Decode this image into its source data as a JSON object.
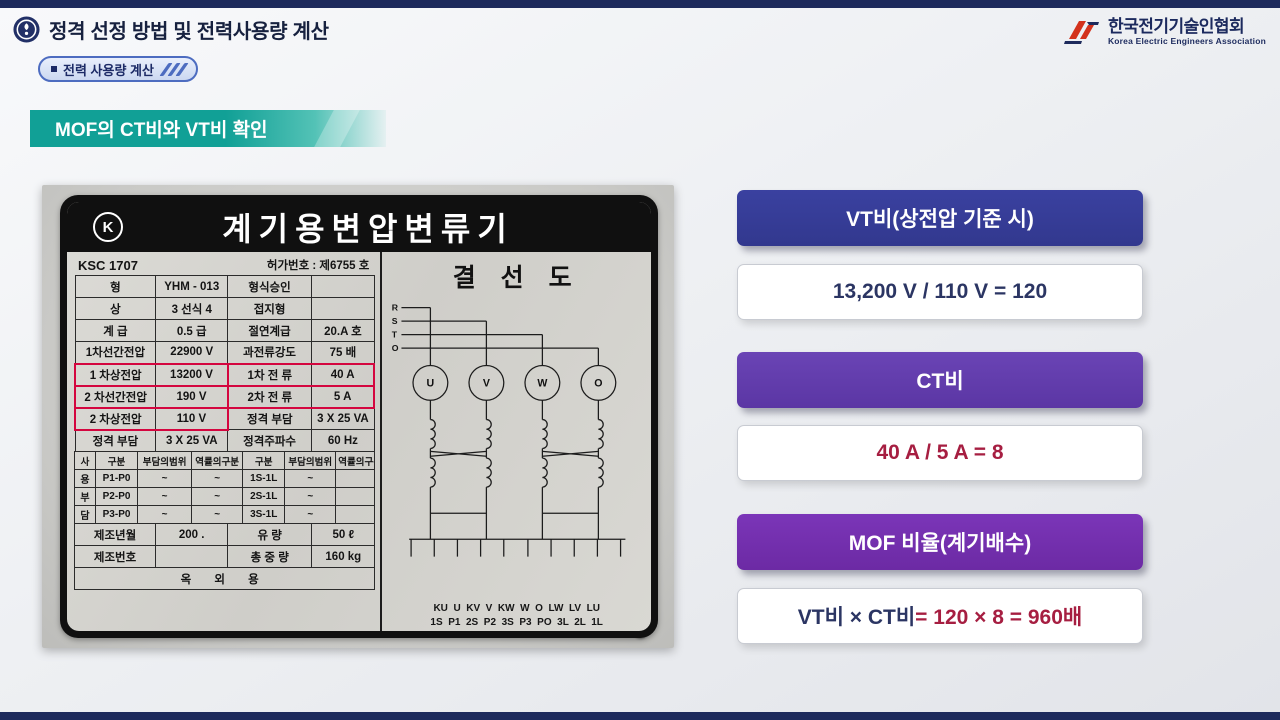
{
  "colors": {
    "navy": "#1d2a5c",
    "teal": "#11a096",
    "vt": "#32388e",
    "ct": "#5b36a4",
    "mof": "#6c2aa4",
    "crimson": "#a61e41",
    "vnavy": "#2b3563",
    "badgeBorder": "#4d6cc0",
    "redbox": "#d4063f"
  },
  "header": {
    "title": "정격 선정 방법 및 전력사용량 계산",
    "badge": "전력 사용량 계산",
    "org_name": "한국전기기술인협회",
    "org_subtitle": "Korea Electric Engineers Association"
  },
  "banner": {
    "label": "MOF의 CT비와 VT비 확인"
  },
  "nameplate": {
    "ks_mark": "K",
    "title": "계기용변압변류기",
    "standard": "KSC 1707",
    "permit": "허가번호 : 제6755 호",
    "spec_rows": [
      [
        "형",
        "YHM - 013",
        "형식승인",
        ""
      ],
      [
        "상",
        "3      선식      4",
        "접지형",
        ""
      ],
      [
        "계 급",
        "0.5 급",
        "절연계급",
        "20.A 호"
      ],
      [
        "1차선간전압",
        "22900  V",
        "과전류강도",
        "75  배"
      ],
      [
        "1 차상전압",
        "13200  V",
        "1차 전 류",
        "40  A"
      ],
      [
        "2 차선간전압",
        "190  V",
        "2차 전 류",
        "5  A"
      ],
      [
        "2 차상전압",
        "110  V",
        "정격 부담",
        "3 X 25 VA"
      ],
      [
        "정격 부담",
        "3 X 25 VA",
        "정격주파수",
        "60  Hz"
      ]
    ],
    "burden_header": [
      "사",
      "구분",
      "부담의범위",
      "역률의구분",
      "구분",
      "부담의범위",
      "역률의구분"
    ],
    "burden_rows": [
      [
        "용",
        "P1-P0",
        "~",
        "~",
        "1S-1L",
        "~",
        ""
      ],
      [
        "부",
        "P2-P0",
        "~",
        "~",
        "2S-1L",
        "~",
        ""
      ],
      [
        "담",
        "P3-P0",
        "~",
        "~",
        "3S-1L",
        "~",
        ""
      ]
    ],
    "mfg_rows": [
      [
        "제조년월",
        "200  .",
        "유  량",
        "50  ℓ"
      ],
      [
        "제조번호",
        "",
        "총 중 량",
        "160  kg"
      ]
    ],
    "outdoor": "옥 외 용",
    "diagram": {
      "title": "결 선 도",
      "feeds": [
        "R",
        "S",
        "T",
        "O"
      ],
      "coils": [
        "U",
        "V",
        "W",
        "O"
      ],
      "terminals_top": "KU  U  KV  V  KW  W  O  LW  LV  LU",
      "terminals_bottom": "1S  P1  2S  P2  3S  P3  PO  3L  2L  1L"
    }
  },
  "panels": {
    "vt_header": "VT비(상전압 기준 시)",
    "vt_value": "13,200 V / 110 V = 120",
    "ct_header": "CT비",
    "ct_value": "40 A / 5 A = 8",
    "mof_header": "MOF 비율(계기배수)",
    "mof_value_navy": "VT비 ×  CT비 ",
    "mof_value_red": "= 120 × 8 = 960배"
  }
}
